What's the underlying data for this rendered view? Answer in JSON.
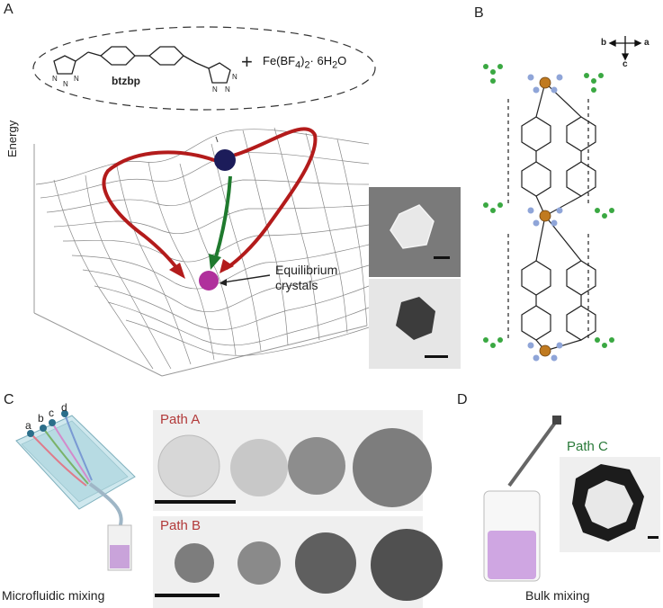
{
  "panels": {
    "a": "A",
    "b": "B",
    "c": "C",
    "d": "D"
  },
  "panel_a": {
    "ligand_name": "btzbp",
    "plus": "+",
    "salt": "Fe(BF",
    "salt_sub1": "4",
    "salt_mid": ")",
    "salt_sub2": "2",
    "salt_dot": "· 6H",
    "salt_sub3": "2",
    "salt_end": "O",
    "axis_label": "Energy",
    "equilibrium_line1": "Equilibrium",
    "equilibrium_line2": "crystals",
    "colors": {
      "red_path": "#b31b1b",
      "green_path": "#1f7a2e",
      "start_ball": "#1c1c5a",
      "end_ball": "#b0309c"
    }
  },
  "panel_b": {
    "axis_b": "b",
    "axis_a": "a",
    "axis_c": "c"
  },
  "panel_c": {
    "channels": [
      "a",
      "b",
      "c",
      "d"
    ],
    "path_a_label": "Path A",
    "path_b_label": "Path B",
    "caption": "Microfluidic mixing",
    "colors": {
      "path_label": "#b23a3a"
    }
  },
  "panel_d": {
    "path_c_label": "Path C",
    "caption": "Bulk mixing",
    "colors": {
      "path_label": "#2a7a3a"
    }
  }
}
